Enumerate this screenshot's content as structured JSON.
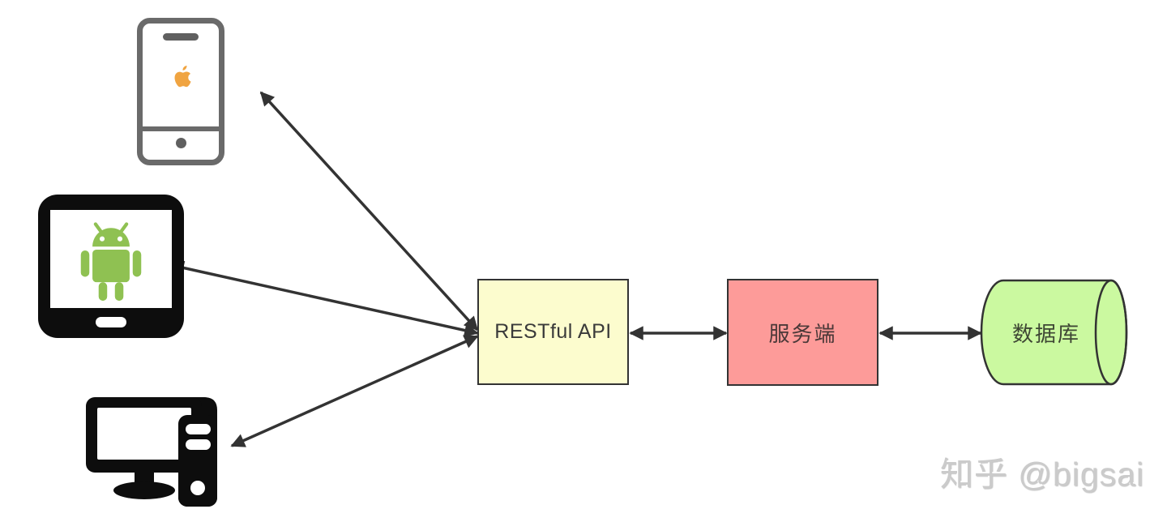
{
  "nodes": {
    "restful_api": {
      "label": "RESTful API",
      "fill": "#FCFCCE",
      "border": "#333333",
      "text_color": "#3A3A3A"
    },
    "server": {
      "label": "服务端",
      "fill": "#FD9B99",
      "border": "#333333",
      "text_color": "#4A3838"
    },
    "database": {
      "label": "数据库",
      "fill": "#CBF9A0",
      "border": "#333333",
      "text_color": "#3E4634",
      "shape": "horizontal-cylinder"
    }
  },
  "devices": {
    "iphone": {
      "name": "iphone-icon",
      "frame_color": "#6A6A6A",
      "apple_logo_color": "#F0A441"
    },
    "android_tablet": {
      "name": "android-tablet-icon",
      "frame_color": "#0D0D0D",
      "robot_color": "#8FC152"
    },
    "desktop_pc": {
      "name": "desktop-computer-icon",
      "frame_color": "#0D0D0D"
    }
  },
  "connections": [
    {
      "from": "iphone",
      "to": "restful_api",
      "type": "bidirectional"
    },
    {
      "from": "android_tablet",
      "to": "restful_api",
      "type": "bidirectional"
    },
    {
      "from": "desktop_pc",
      "to": "restful_api",
      "type": "bidirectional"
    },
    {
      "from": "restful_api",
      "to": "server",
      "type": "bidirectional"
    },
    {
      "from": "server",
      "to": "database",
      "type": "bidirectional"
    }
  ],
  "arrow_color": "#333333",
  "watermark": {
    "text": "知乎 @bigsai",
    "color": "#CBCBCB"
  }
}
